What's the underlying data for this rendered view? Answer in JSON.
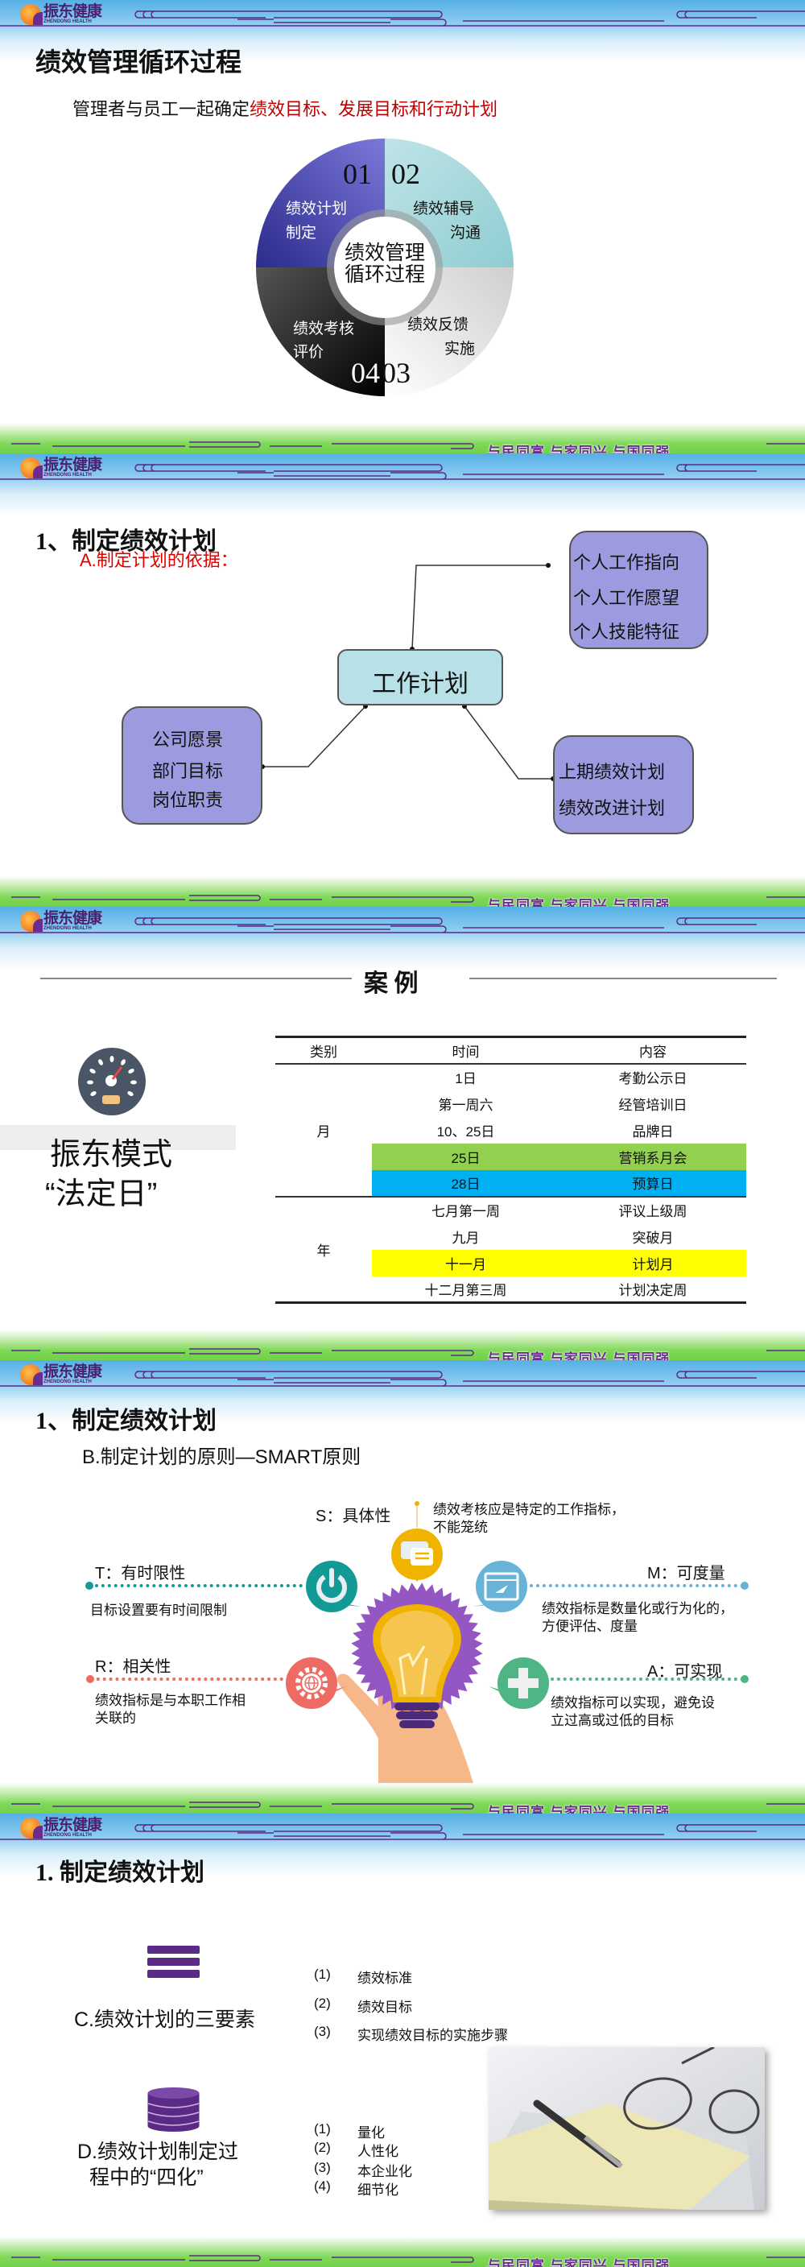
{
  "brand": {
    "name": "振东健康",
    "name_en": "ZHENDONG HEALTH",
    "slogan": "与民同富 与家同兴 与国同强"
  },
  "colors": {
    "header_blue": "#55b0e6",
    "footer_green": "#7ed957",
    "brand_purple": "#6b2c91",
    "highlight_red": "#c00000",
    "box_purple": "#9d9be0",
    "box_teal": "#b7e1e6"
  },
  "slide1": {
    "title": "绩效管理循环过程",
    "subtitle_prefix": "管理者与员工一起确定",
    "subtitle_highlight": "绩效目标、发展目标和行动计划",
    "center": [
      "绩效管理",
      "循环过程"
    ],
    "quadrants": [
      {
        "num": "01",
        "lines": [
          "绩效计划",
          "制定"
        ],
        "color": "#4b4bb0"
      },
      {
        "num": "02",
        "lines": [
          "绩效辅导",
          "沟通"
        ],
        "color": "#a9d9dd"
      },
      {
        "num": "03",
        "lines": [
          "绩效反馈",
          "实施"
        ],
        "color": "#f0f0f0"
      },
      {
        "num": "04",
        "lines": [
          "绩效考核",
          "评价"
        ],
        "color": "#1a1a1a"
      }
    ]
  },
  "slide2": {
    "title": "1、制定绩效计划",
    "subtitle": "A.制定计划的依据：",
    "center_box": "工作计划",
    "top_right_box": [
      "个人工作指向",
      "个人工作愿望",
      "个人技能特征"
    ],
    "left_box": [
      "公司愿景",
      "部门目标",
      "岗位职责"
    ],
    "bottom_right_box": [
      "上期绩效计划",
      "绩效改进计划"
    ]
  },
  "slide3": {
    "title": "案 例",
    "left_caption": [
      "振东模式",
      "“法定日”"
    ],
    "table": {
      "headers": [
        "类别",
        "时间",
        "内容"
      ],
      "groups": [
        {
          "category": "月",
          "rows": [
            {
              "time": "1日",
              "content": "考勤公示日",
              "highlight": ""
            },
            {
              "time": "第一周六",
              "content": "经管培训日",
              "highlight": ""
            },
            {
              "time": "10、25日",
              "content": "品牌日",
              "highlight": ""
            },
            {
              "time": "25日",
              "content": "营销系月会",
              "highlight": "#92d050"
            },
            {
              "time": "28日",
              "content": "预算日",
              "highlight": "#00b0f0"
            }
          ]
        },
        {
          "category": "年",
          "rows": [
            {
              "time": "七月第一周",
              "content": "评议上级周",
              "highlight": ""
            },
            {
              "time": "九月",
              "content": "突破月",
              "highlight": ""
            },
            {
              "time": "十一月",
              "content": "计划月",
              "highlight": "#ffff00"
            },
            {
              "time": "十二月第三周",
              "content": "计划决定周",
              "highlight": ""
            }
          ]
        }
      ]
    }
  },
  "slide4": {
    "title": "1、制定绩效计划",
    "subtitle": "B.制定计划的原则—SMART原则",
    "principles": {
      "S": {
        "label": "S：具体性",
        "desc": [
          "绩效考核应是特定的工作指标，",
          "不能笼统"
        ],
        "color": "#f0b400",
        "icon": "chat-icon"
      },
      "T": {
        "label": "T：有时限性",
        "desc": [
          "目标设置要有时间限制"
        ],
        "color": "#149a96",
        "icon": "power-icon"
      },
      "M": {
        "label": "M：可度量",
        "desc": [
          "绩效指标是数量化或行为化的，",
          "方便评估、度量"
        ],
        "color": "#6ab3d8",
        "icon": "browser-icon"
      },
      "R": {
        "label": "R：相关性",
        "desc": [
          "绩效指标是与本职工作相",
          "关联的"
        ],
        "color": "#ee6b63",
        "icon": "gear-globe-icon"
      },
      "A": {
        "label": "A：可实现",
        "desc": [
          "绩效指标可以实现，避免设",
          "立过高或过低的目标"
        ],
        "color": "#4fb584",
        "icon": "plus-icon"
      }
    }
  },
  "slide5": {
    "title": "1.  制定绩效计划",
    "c_label": "C.绩效计划的三要素",
    "c_items": [
      {
        "n": "(1)",
        "t": "绩效标准"
      },
      {
        "n": "(2)",
        "t": "绩效目标"
      },
      {
        "n": "(3)",
        "t": "实现绩效目标的实施步骤"
      }
    ],
    "d_label": [
      "D.绩效计划制定过",
      "程中的“四化”"
    ],
    "d_items": [
      {
        "n": "(1)",
        "t": "量化"
      },
      {
        "n": "(2)",
        "t": "人性化"
      },
      {
        "n": "(3)",
        "t": "本企业化"
      },
      {
        "n": "(4)",
        "t": "细节化"
      }
    ]
  }
}
